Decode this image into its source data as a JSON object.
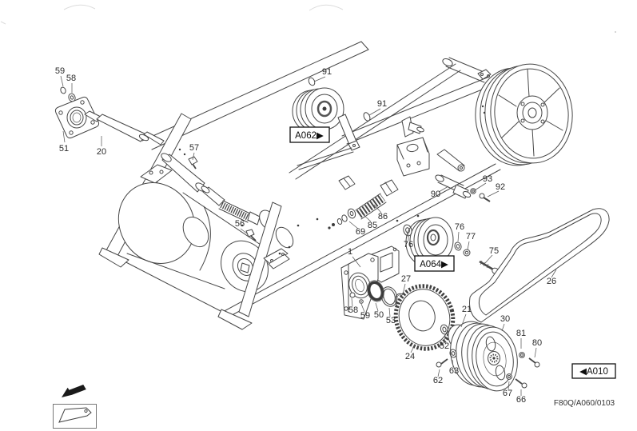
{
  "page": {
    "drawing_code": "F80Q/A060/0103",
    "background_color": "#ffffff",
    "line_color": "#474747",
    "label_color": "#2b2b2b"
  },
  "reference_links": [
    {
      "code": "A062",
      "arrow": "right",
      "display": "A062▶"
    },
    {
      "code": "A064",
      "arrow": "right",
      "display": "A064▶"
    },
    {
      "code": "A010",
      "arrow": "left",
      "display": "◀A010"
    }
  ],
  "callouts": [
    {
      "text": "59"
    },
    {
      "text": "58"
    },
    {
      "text": "51"
    },
    {
      "text": "20"
    },
    {
      "text": "57"
    },
    {
      "text": "56"
    },
    {
      "text": "91"
    },
    {
      "text": "91"
    },
    {
      "text": "93"
    },
    {
      "text": "92"
    },
    {
      "text": "90"
    },
    {
      "text": "86"
    },
    {
      "text": "85"
    },
    {
      "text": "69"
    },
    {
      "text": "76"
    },
    {
      "text": "76"
    },
    {
      "text": "77"
    },
    {
      "text": "75"
    },
    {
      "text": "1"
    },
    {
      "text": "27"
    },
    {
      "text": "58"
    },
    {
      "text": "59"
    },
    {
      "text": "50"
    },
    {
      "text": "53"
    },
    {
      "text": "24"
    },
    {
      "text": "52"
    },
    {
      "text": "21"
    },
    {
      "text": "30"
    },
    {
      "text": "81"
    },
    {
      "text": "80"
    },
    {
      "text": "62"
    },
    {
      "text": "63"
    },
    {
      "text": "67"
    },
    {
      "text": "66"
    },
    {
      "text": "26"
    }
  ]
}
